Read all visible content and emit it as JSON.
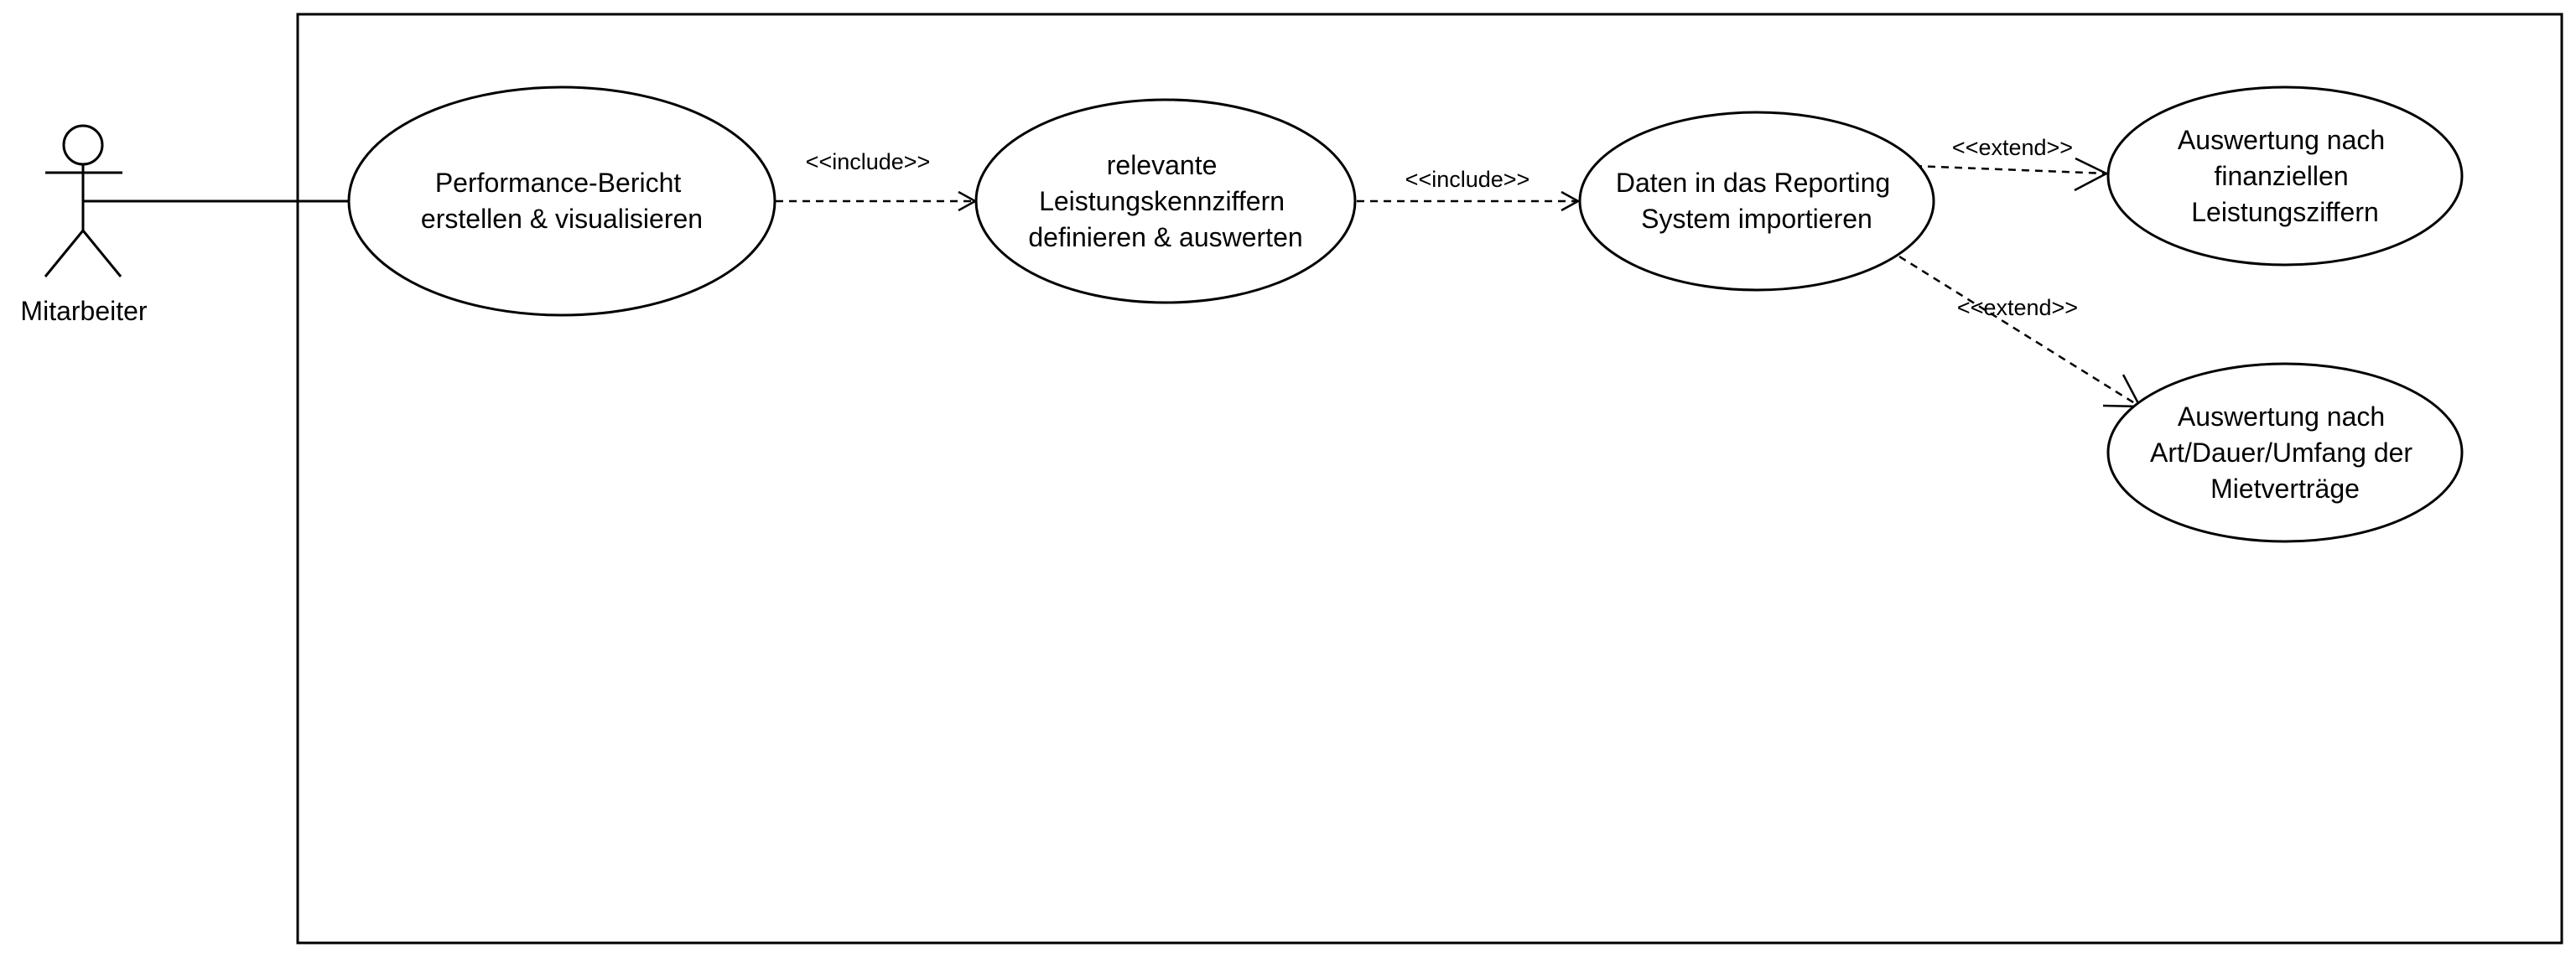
{
  "actor": {
    "name": "Mitarbeiter"
  },
  "use_cases": {
    "performance_report": [
      "Performance-Bericht",
      "erstellen & visualisieren"
    ],
    "define_kpis": [
      "relevante",
      "Leistungskennziffern",
      "definieren & auswerten"
    ],
    "import_data": [
      "Daten in das Reporting",
      "System importieren"
    ],
    "financial_eval": [
      "Auswertung nach",
      "finanziellen",
      "Leistungsziffern"
    ],
    "lease_eval": [
      "Auswertung nach",
      "Art/Dauer/Umfang der",
      "Mietverträge"
    ]
  },
  "relationships": {
    "include_1": "<<include>>",
    "include_2": "<<include>>",
    "extend_1": "<<extend>>",
    "extend_2": "<<extend>>"
  },
  "colors": {
    "stroke": "#000000",
    "fill": "#ffffff"
  }
}
